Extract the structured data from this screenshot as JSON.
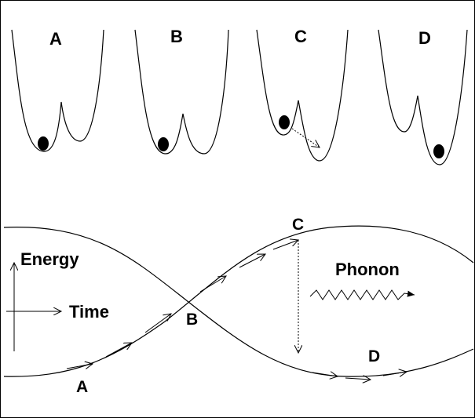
{
  "wells": [
    {
      "label": "A"
    },
    {
      "label": "B"
    },
    {
      "label": "C"
    },
    {
      "label": "D"
    }
  ],
  "energy_diagram": {
    "point_labels": {
      "a": "A",
      "b": "B",
      "c": "C",
      "d": "D"
    },
    "phonon_label": "Phonon",
    "energy_axis_label": "Energy",
    "time_axis_label": "Time"
  }
}
